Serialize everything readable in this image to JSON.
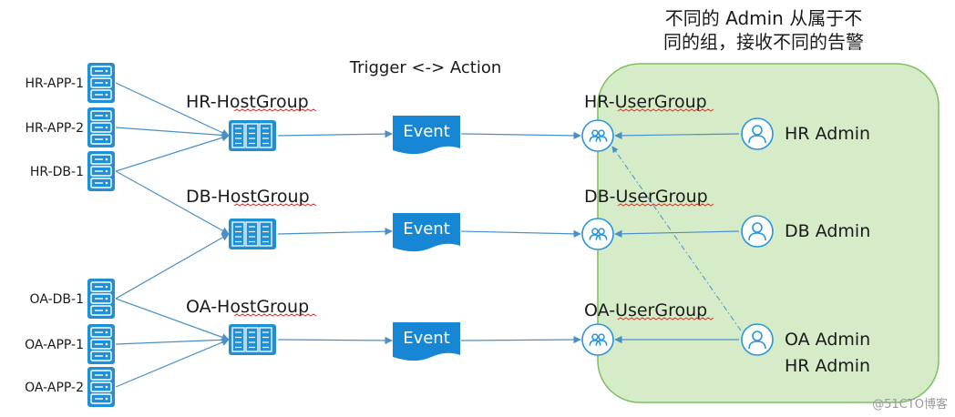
{
  "colors": {
    "server_blue": "#1f8fd6",
    "event_blue": "#1786d4",
    "user_blue": "#2a95dc",
    "line_blue": "#4a90c8",
    "region_fill": "#d6ecc8",
    "region_stroke": "#7cbf5e"
  },
  "title": "Trigger <-> Action",
  "note": {
    "line1": "不同的 Admin 从属于不",
    "line2": "同的组，接收不同的告警"
  },
  "servers": [
    {
      "label": "HR-APP-1",
      "icon": "server-icon"
    },
    {
      "label": "HR-APP-2",
      "icon": "server-icon"
    },
    {
      "label": "HR-DB-1",
      "icon": "server-icon"
    },
    {
      "label": "OA-DB-1",
      "icon": "server-icon"
    },
    {
      "label": "OA-APP-1",
      "icon": "server-icon"
    },
    {
      "label": "OA-APP-2",
      "icon": "server-icon"
    }
  ],
  "host_groups": [
    {
      "label": "HR-HostGroup",
      "icon": "host-group-icon"
    },
    {
      "label": "DB-HostGroup",
      "icon": "host-group-icon"
    },
    {
      "label": "OA-HostGroup",
      "icon": "host-group-icon"
    }
  ],
  "events": [
    {
      "label": "Event"
    },
    {
      "label": "Event"
    },
    {
      "label": "Event"
    }
  ],
  "user_groups": [
    {
      "label": "HR-UserGroup",
      "icon": "user-group-icon"
    },
    {
      "label": "DB-UserGroup",
      "icon": "user-group-icon"
    },
    {
      "label": "OA-UserGroup",
      "icon": "user-group-icon"
    }
  ],
  "admins": [
    {
      "label": "HR Admin",
      "icon": "user-icon"
    },
    {
      "label": "DB Admin",
      "icon": "user-icon"
    },
    {
      "label": "OA Admin",
      "label2": "HR Admin",
      "icon": "user-icon"
    }
  ],
  "watermark": "@51CTO博客"
}
